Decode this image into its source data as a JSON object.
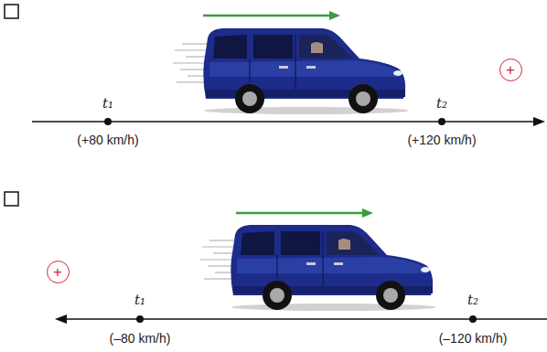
{
  "diagram": {
    "nodes": [
      {
        "text": [
          "+"
        ]
      },
      {
        "text": [
          "+"
        ]
      }
    ],
    "labels": [
      "t₁",
      "(+80 km/h)",
      "t₂",
      "(+120 km/h)",
      "t₁",
      "(–80 km/h)",
      "t₂",
      "(–120 km/h)"
    ]
  }
}
